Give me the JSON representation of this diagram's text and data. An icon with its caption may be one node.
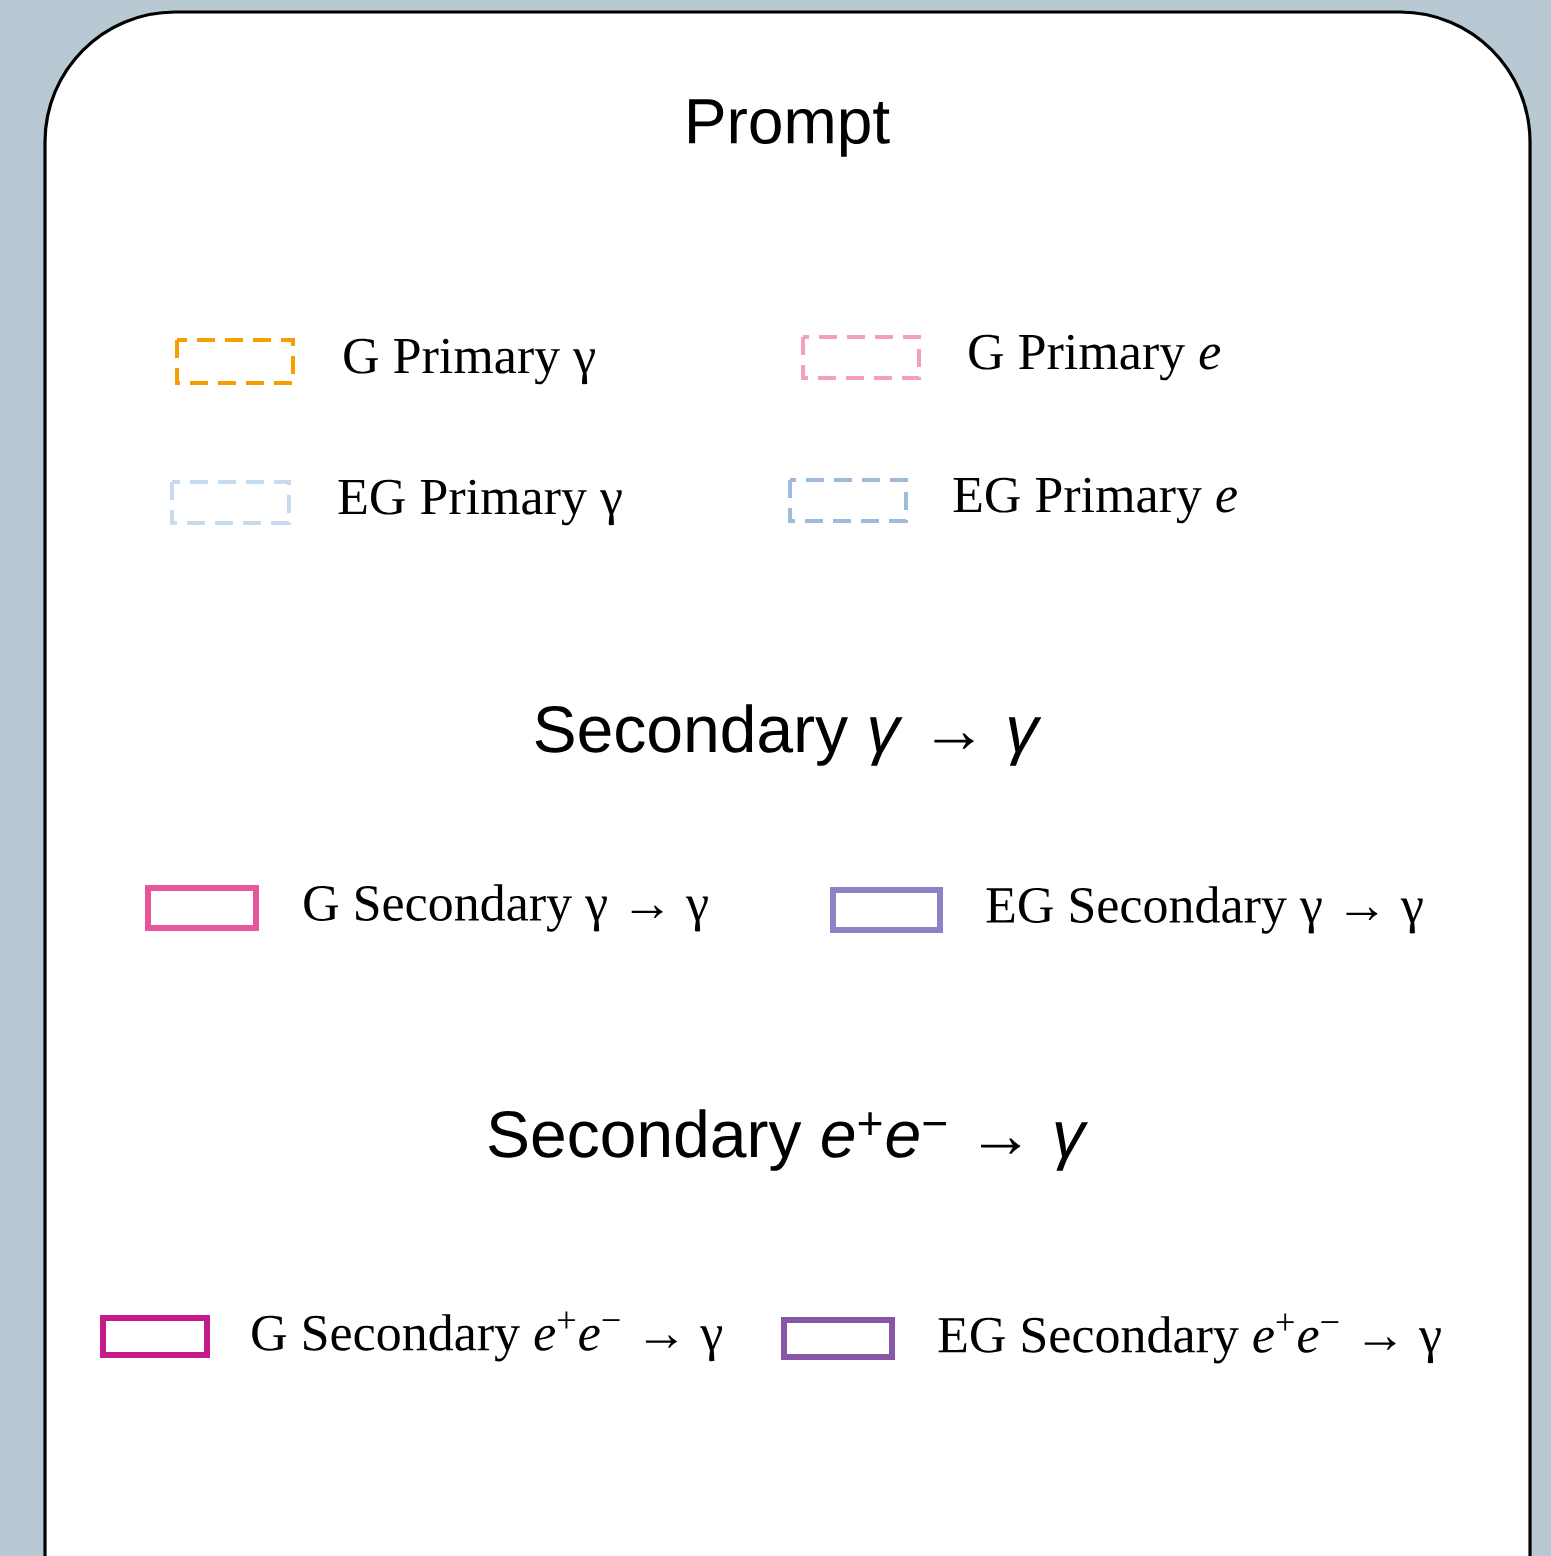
{
  "diagram": {
    "title": "Prompt",
    "labels": [
      "Secondary *γ* → *γ*",
      "Secondary *e*$^{+}$*e*$^{−}$ → *γ*"
    ],
    "legend": [
      {
        "text": "G Primary γ",
        "color": "#f5a000"
      },
      {
        "text": "G Primary *e*",
        "color": "#f4a0bc"
      },
      {
        "text": "EG Primary γ",
        "color": "#c6dbef"
      },
      {
        "text": "EG Primary *e*",
        "color": "#9ebcda"
      },
      {
        "text": "G Secondary γ → γ",
        "color": "#e7559a"
      },
      {
        "text": "EG Secondary γ → γ",
        "color": "#8c82c4"
      },
      {
        "text": "G Secondary *e*$^{+}$*e*$^{−}$ → γ",
        "color": "#c51b8a"
      },
      {
        "text": "EG Secondary *e*$^{+}$*e*$^{−}$ → γ",
        "color": "#8856a7"
      }
    ]
  }
}
